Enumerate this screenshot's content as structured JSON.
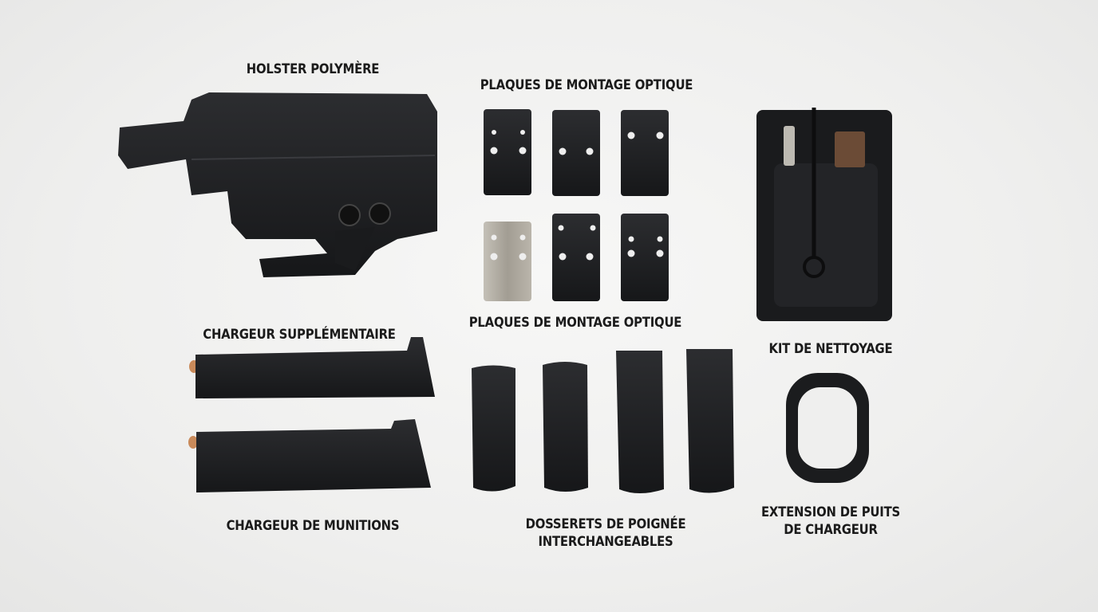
{
  "labels": {
    "holster": "HOLSTER POLYMÈRE",
    "plates_top": "PLAQUES DE MONTAGE OPTIQUE",
    "plates_bottom": "PLAQUES DE MONTAGE OPTIQUE",
    "spare_mag": "CHARGEUR SUPPLÉMENTAIRE",
    "cleaning_kit": "KIT DE NETTOYAGE",
    "ammo_mag": "CHARGEUR DE MUNITIONS",
    "backstraps_line1": "DOSSERETS DE POIGNÉE",
    "backstraps_line2": "INTERCHANGEABLES",
    "magwell_line1": "EXTENSION DE PUITS",
    "magwell_line2": "DE CHARGEUR"
  },
  "colors": {
    "item": "#1e1f21",
    "steel_plate": "#a9a49a",
    "brass": "#c98a5a",
    "background": "#efefee"
  }
}
